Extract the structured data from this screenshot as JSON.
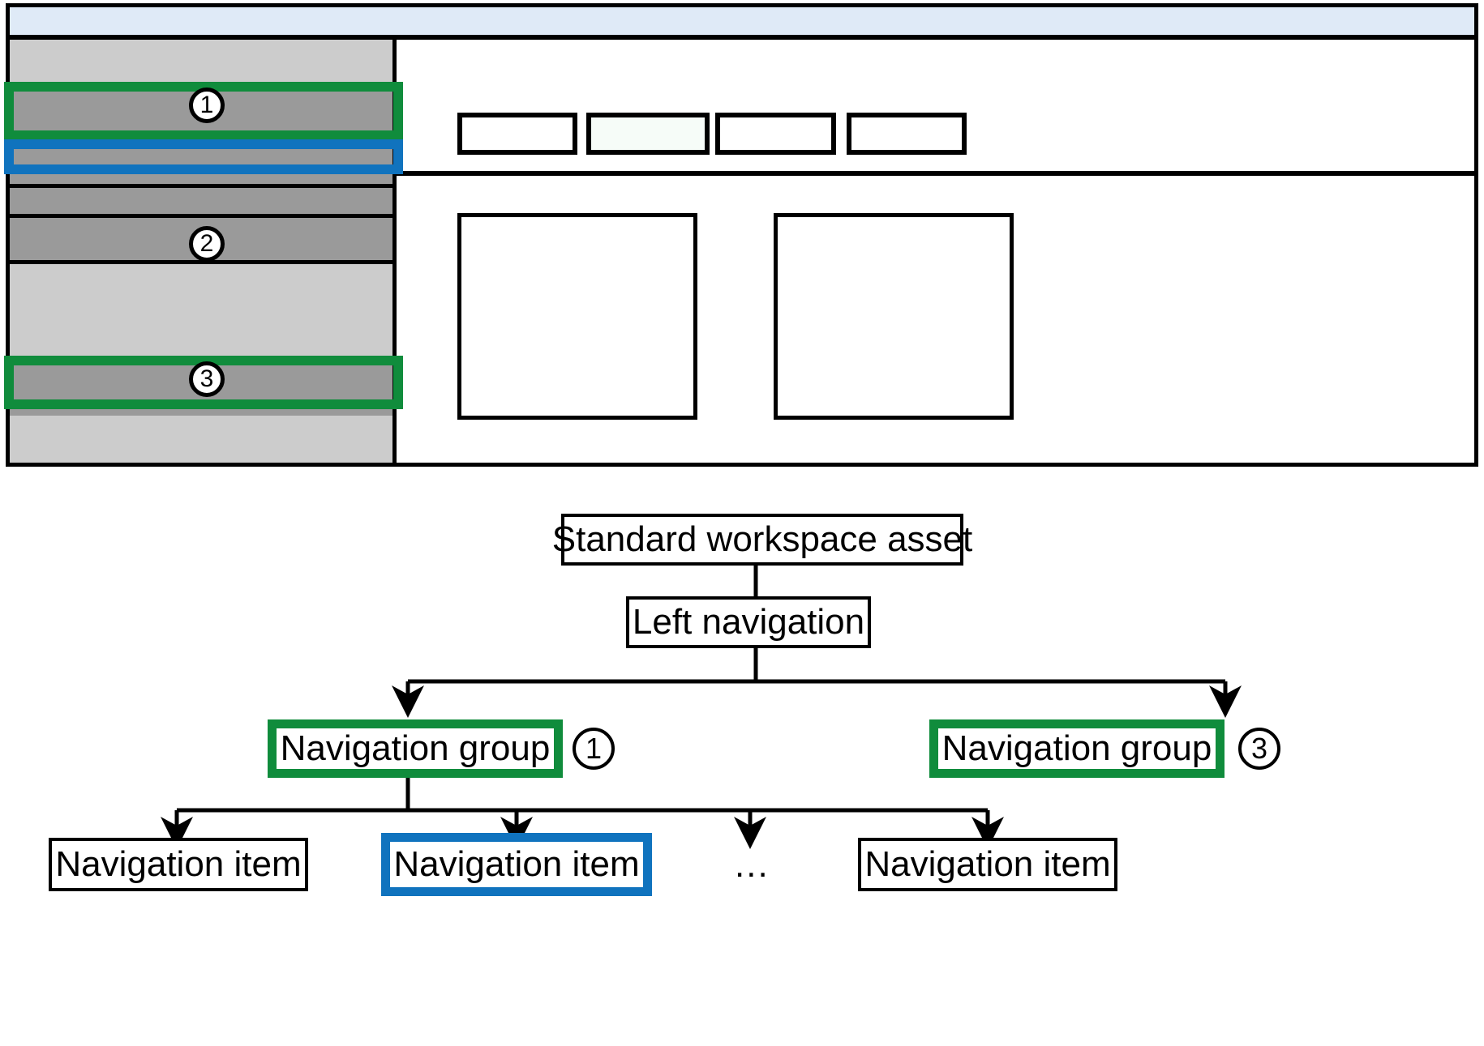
{
  "wireframe": {
    "title_bar": {
      "name": "application-title-bar"
    },
    "left_navigation": {
      "label": "Left navigation",
      "groups": [
        {
          "id": "group-1",
          "marker": "1",
          "highlight": "#108c3c",
          "label": "Navigation group"
        },
        {
          "id": "group-2",
          "marker": "2",
          "highlight": "none",
          "label": "Navigation group"
        },
        {
          "id": "group-3",
          "marker": "3",
          "highlight": "#108c3c",
          "label": "Navigation group"
        }
      ],
      "selected_item": {
        "marker": "",
        "highlight": "#1073be",
        "label": "Navigation item"
      }
    },
    "toolbar": {
      "buttons": [
        {
          "id": "toolbar-button-1",
          "label": "",
          "state": "default"
        },
        {
          "id": "toolbar-button-2",
          "label": "",
          "state": "selected"
        },
        {
          "id": "toolbar-button-3",
          "label": "",
          "state": "default"
        },
        {
          "id": "toolbar-button-4",
          "label": "",
          "state": "default"
        }
      ]
    },
    "content_cards": [
      {
        "id": "content-card-1",
        "label": ""
      },
      {
        "id": "content-card-2",
        "label": ""
      }
    ]
  },
  "tree": {
    "root": "Standard workspace asset",
    "level2": "Left navigation",
    "groups": [
      {
        "label": "Navigation group",
        "marker": "1",
        "highlight": "#108c3c"
      },
      {
        "label": "Navigation group",
        "marker": "3",
        "highlight": "#108c3c"
      }
    ],
    "items": [
      {
        "label": "Navigation item",
        "highlight": "none"
      },
      {
        "label": "Navigation item",
        "highlight": "#1073be"
      },
      {
        "label": "…",
        "highlight": "none"
      },
      {
        "label": "Navigation item",
        "highlight": "none"
      }
    ],
    "ellipsis": "..."
  },
  "colors": {
    "green_highlight": "#108c3c",
    "blue_highlight": "#1073be",
    "title_bar": "#dfeaf7",
    "nav_background": "#cccccc",
    "nav_band": "#9a9a9a",
    "selected_button": "#f6fcf8",
    "stroke": "#000000"
  }
}
